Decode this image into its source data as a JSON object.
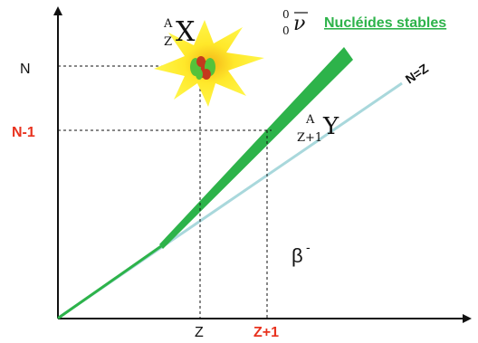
{
  "axes": {
    "y_tick_n": "N",
    "y_tick_n_minus_1": "N-1",
    "x_tick_z": "Z",
    "x_tick_z_plus_1": "Z+1"
  },
  "parent_nucleus": {
    "mass_number": "A",
    "atomic_number": "Z",
    "symbol": "X"
  },
  "daughter_nucleus": {
    "mass_number": "A",
    "atomic_number": "Z+1",
    "symbol": "Y"
  },
  "antineutrino": {
    "mass_number": "0",
    "atomic_number": "0",
    "symbol": "ν"
  },
  "labels": {
    "stable_nuclides": "Nucléides stables",
    "n_equals_z": "N=Z",
    "decay_type": "β",
    "decay_superscript": "-"
  },
  "colors": {
    "stable_band": "#2db34a",
    "n_equals_z_line": "#a9d8dc",
    "highlight_red": "#e8321e",
    "axis": "#111111",
    "burst": "#fff21a",
    "burst_center": "#f7c31b",
    "nucleon_green": "#55c23a",
    "nucleon_red": "#c4391d"
  }
}
